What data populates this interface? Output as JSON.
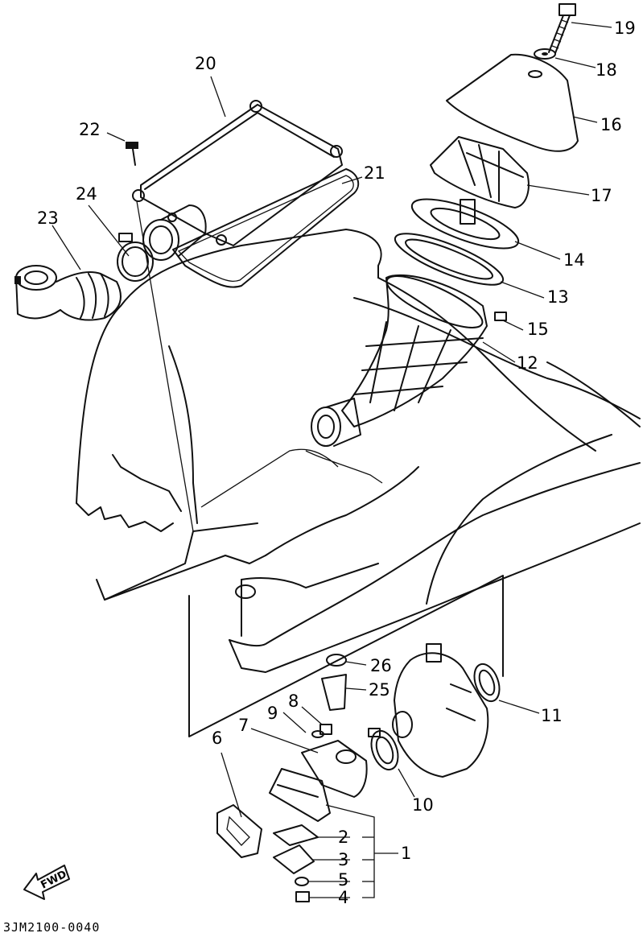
{
  "diagram": {
    "drawing_code": "3JM2100-0040",
    "direction_label": "FWD",
    "callouts": [
      {
        "id": "1",
        "label": "1"
      },
      {
        "id": "2",
        "label": "2"
      },
      {
        "id": "3",
        "label": "3"
      },
      {
        "id": "4",
        "label": "4"
      },
      {
        "id": "5",
        "label": "5"
      },
      {
        "id": "6",
        "label": "6"
      },
      {
        "id": "7",
        "label": "7"
      },
      {
        "id": "8",
        "label": "8"
      },
      {
        "id": "9",
        "label": "9"
      },
      {
        "id": "10",
        "label": "10"
      },
      {
        "id": "11",
        "label": "11"
      },
      {
        "id": "12",
        "label": "12"
      },
      {
        "id": "13",
        "label": "13"
      },
      {
        "id": "14",
        "label": "14"
      },
      {
        "id": "15",
        "label": "15"
      },
      {
        "id": "16",
        "label": "16"
      },
      {
        "id": "17",
        "label": "17"
      },
      {
        "id": "18",
        "label": "18"
      },
      {
        "id": "19",
        "label": "19"
      },
      {
        "id": "20",
        "label": "20"
      },
      {
        "id": "21",
        "label": "21"
      },
      {
        "id": "22",
        "label": "22"
      },
      {
        "id": "23",
        "label": "23"
      },
      {
        "id": "24",
        "label": "24"
      },
      {
        "id": "25",
        "label": "25"
      },
      {
        "id": "26",
        "label": "26"
      }
    ]
  }
}
